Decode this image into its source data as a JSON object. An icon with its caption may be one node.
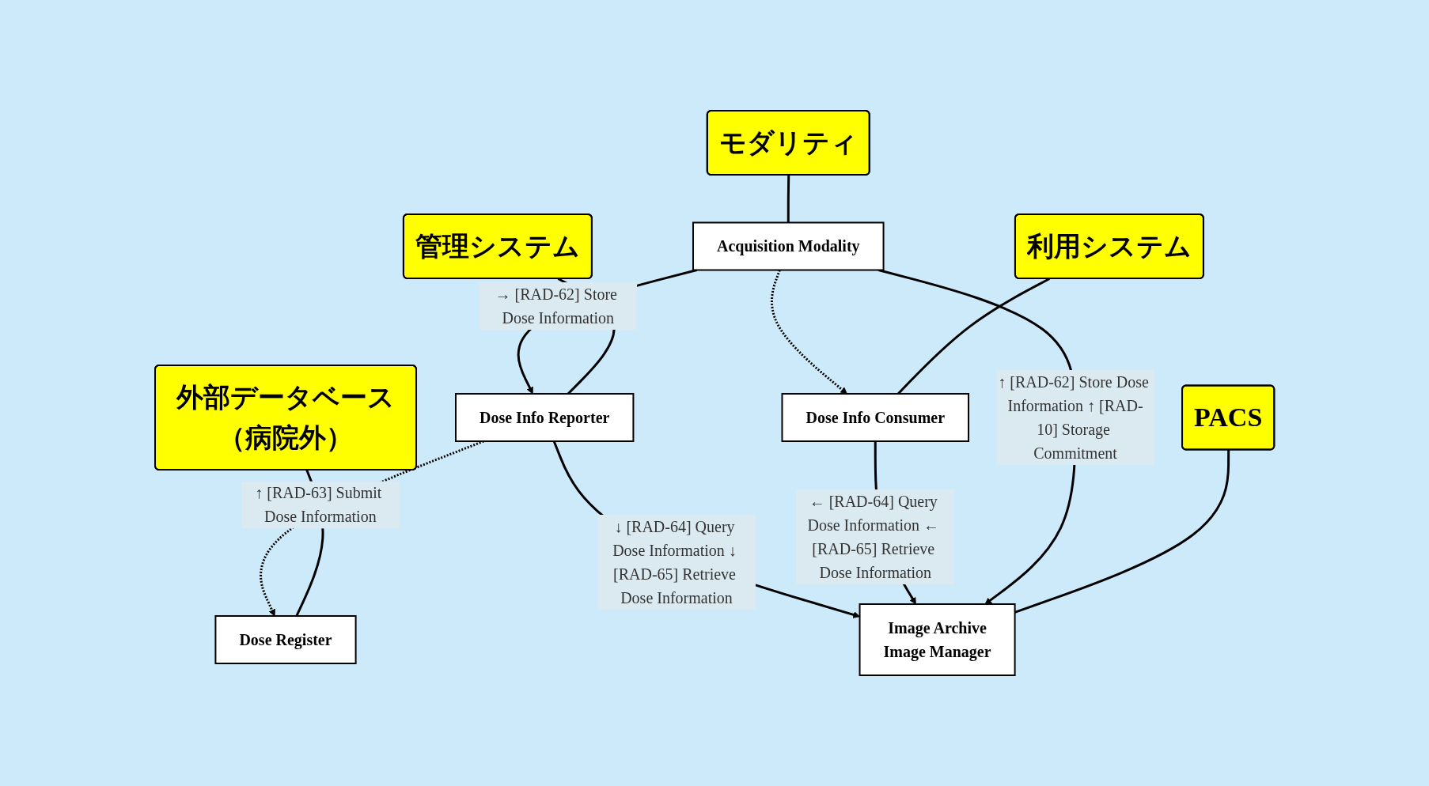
{
  "diagram": {
    "nodes": [
      {
        "text": [
          "外部データベース（病院外）"
        ]
      },
      {
        "text": [
          "利用システム"
        ]
      },
      {
        "text": [
          "Dose Register"
        ]
      },
      {
        "text": [
          "管理システム"
        ]
      },
      {
        "text": [
          "Dose Info Reporter"
        ]
      },
      {
        "text": [
          "PACS"
        ]
      },
      {
        "text": [
          "Image Archive",
          "Image Manager"
        ]
      },
      {
        "text": [
          "Dose Info Consumer"
        ]
      },
      {
        "text": [
          "モダリティ"
        ]
      },
      {
        "text": [
          "Acquisition Modality"
        ]
      }
    ],
    "edges": [
      {
        "from": 4,
        "to": 2,
        "arrow": "to",
        "style": "dashed",
        "label": "↑ [RAD-63] Submit Dose Information"
      },
      {
        "from": 4,
        "to": 6,
        "arrow": "to",
        "label": "↓ [RAD-64] Query Dose Information ↓ [RAD-65] Retrieve Dose Information"
      },
      {
        "from": 7,
        "to": 6,
        "arrow": "to",
        "label": "← [RAD-64] Query Dose Information ← [RAD-65] Retrieve Dose Information"
      },
      {
        "from": 9,
        "to": 6,
        "arrow": "to",
        "label": "↑ [RAD-62] Store Dose Information ↑ [RAD-10] Storage Commitment"
      },
      {
        "from": 9,
        "to": 4,
        "arrow": "to",
        "label": "→ [RAD-62] Store Dose Information"
      },
      {
        "from": 9,
        "to": 7,
        "arrow": "to",
        "style": "dashed"
      },
      {
        "from": 0,
        "to": 2,
        "arrow": "none"
      },
      {
        "from": 1,
        "to": 7,
        "arrow": "none"
      },
      {
        "from": 3,
        "to": 4,
        "arrow": "none"
      },
      {
        "from": 5,
        "to": 6,
        "arrow": "none"
      },
      {
        "from": 8,
        "to": 9,
        "arrow": "none"
      }
    ]
  }
}
